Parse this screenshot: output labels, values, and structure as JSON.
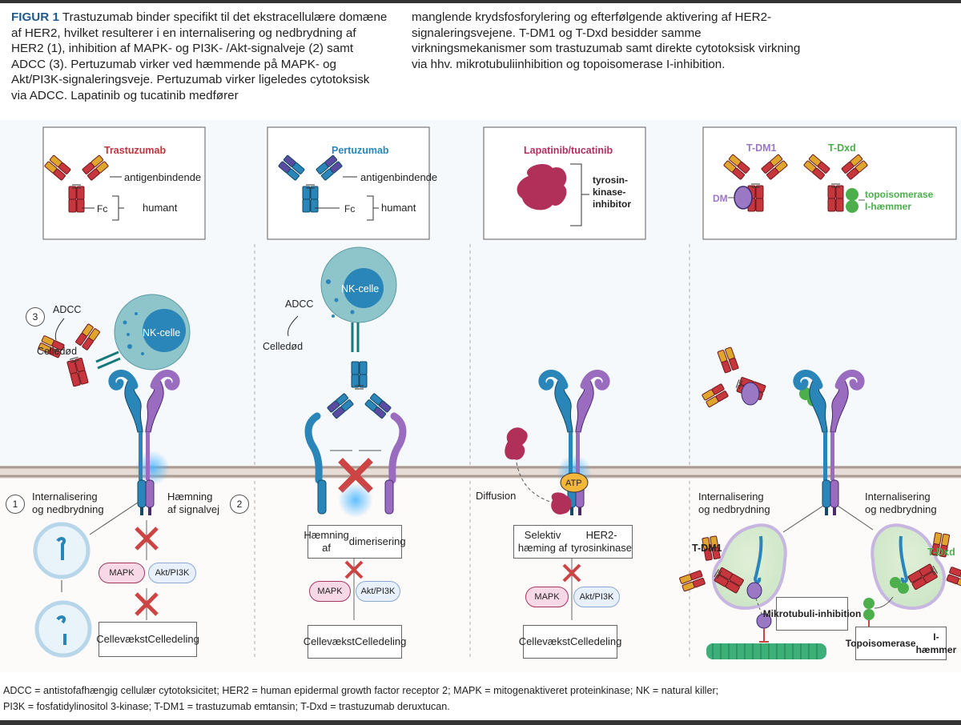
{
  "caption": {
    "figure_label": "FIGUR 1",
    "left_text": "Trastuzumab binder specifikt til det ekstracellulære domæne af HER2, hvilket resulterer i en internalisering og nedbrydning af HER2 (1), inhibition af MAPK- og PI3K- /Akt-signalveje (2) samt ADCC (3). Pertuzumab virker ved hæmmende på MAPK- og Akt/PI3K-signaleringsveje. Pertuzumab virker ligeledes cytotoksisk via ADCC. Lapatinib og tucatinib medfører",
    "right_text": "manglende krydsfosforylering og efterfølgende aktivering af HER2-signaleringsvejene. T-DM1 og T-Dxd besidder samme virkningsmekanismer som trastuzumab samt direkte cytotoksisk virkning via hhv. mikrotubuliinhibition og topoisomerase I-inhibition."
  },
  "legend_boxes": {
    "trastuzumab": {
      "title": "Trastuzumab",
      "antigen_label": "antigenbindende",
      "fc_label": "Fc",
      "humant_label": "humant",
      "color": "#c0343f"
    },
    "pertuzumab": {
      "title": "Pertuzumab",
      "antigen_label": "antigenbindende",
      "fc_label": "Fc",
      "humant_label": "humant",
      "color": "#2a86b8"
    },
    "lapatinib": {
      "title": "Lapatinib/tucatinib",
      "inhibitor_label_1": "tyrosin-",
      "inhibitor_label_2": "kinase-",
      "inhibitor_label_3": "inhibitor",
      "color": "#b0305a"
    },
    "adc": {
      "tdm1_title": "T-DM1",
      "tdxd_title": "T-Dxd",
      "dm_label": "DM",
      "topo_label_1": "topoisomerase",
      "topo_label_2": "I-hæmmer",
      "tdm1_color": "#9a78c4",
      "tdxd_color": "#4caf4c"
    }
  },
  "panel1": {
    "num3": "3",
    "adcc": "ADCC",
    "celledod": "Celledød",
    "nk_cell": "NK-celle",
    "num1": "1",
    "internal_1": "Internalisering",
    "internal_2": "og nedbrydning",
    "num2": "2",
    "haemning_1": "Hæmning",
    "haemning_2": "af signalvej",
    "mapk": "MAPK",
    "akt": "Akt/PI3K",
    "outcome_1": "Cellevækst",
    "outcome_2": "Celledeling"
  },
  "panel2": {
    "adcc": "ADCC",
    "celledod": "Celledød",
    "nk_cell": "NK-celle",
    "dimer_1": "Hæmning af",
    "dimer_2": "dimerisering",
    "mapk": "MAPK",
    "akt": "Akt/PI3K",
    "outcome_1": "Cellevækst",
    "outcome_2": "Celledeling"
  },
  "panel3": {
    "diffusion": "Diffusion",
    "atp": "ATP",
    "selective_1": "Selektiv hæming af",
    "selective_2": "HER2-tyrosinkinase",
    "mapk": "MAPK",
    "akt": "Akt/PI3K",
    "outcome_1": "Cellevækst",
    "outcome_2": "Celledeling"
  },
  "panel4": {
    "internal_left_1": "Internalisering",
    "internal_left_2": "og nedbrydning",
    "internal_right_1": "Internalisering",
    "internal_right_2": "og nedbrydning",
    "tdm1": "T-DM1",
    "tdxd": "T-Dxd",
    "mikro_1": "Mikrotubuli-",
    "mikro_2": "inhibition",
    "topo_1": "Topoisomerase",
    "topo_2": "I-hæmmer"
  },
  "footnote": {
    "line1": "ADCC = antistofafhængig cellulær cytotoksicitet; HER2 = human epidermal growth factor receptor 2; MAPK = mitogenaktiveret proteinkinase; NK = natural killer;",
    "line2": "PI3K = fosfatidylinositol 3-kinase; T-DM1 = trastuzumab emtansin; T-Dxd = trastuzumab deruxtucan."
  }
}
